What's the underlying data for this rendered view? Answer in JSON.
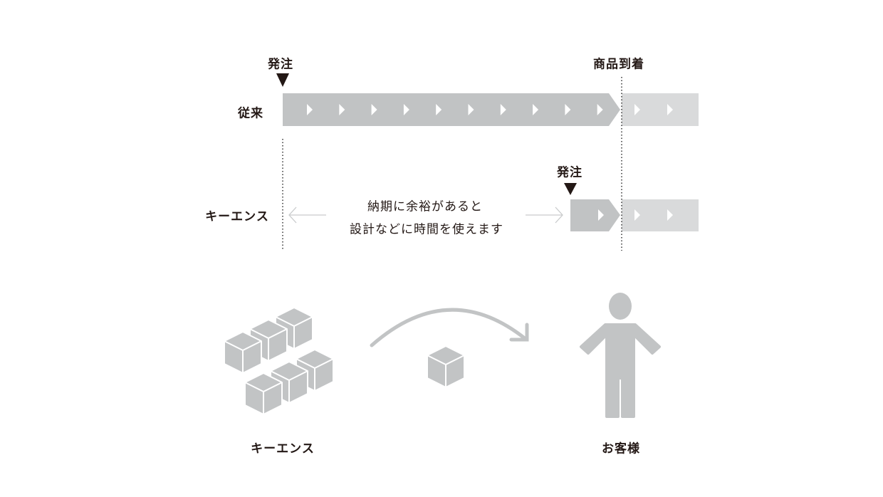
{
  "timeline": {
    "order_label_top": "発注",
    "arrival_label": "商品到着",
    "row_conventional": "従来",
    "row_keyence": "キーエンス",
    "order_label_keyence": "発注",
    "message_line1": "納期に余裕があると",
    "message_line2": "設計などに時間を使えます"
  },
  "flow": {
    "from_label": "キーエンス",
    "to_label": "お客様"
  },
  "colors": {
    "bar_dark": "#c1c3c4",
    "bar_light": "#d9dadb",
    "icon_gray": "#c2c4c5",
    "text": "#231815"
  }
}
